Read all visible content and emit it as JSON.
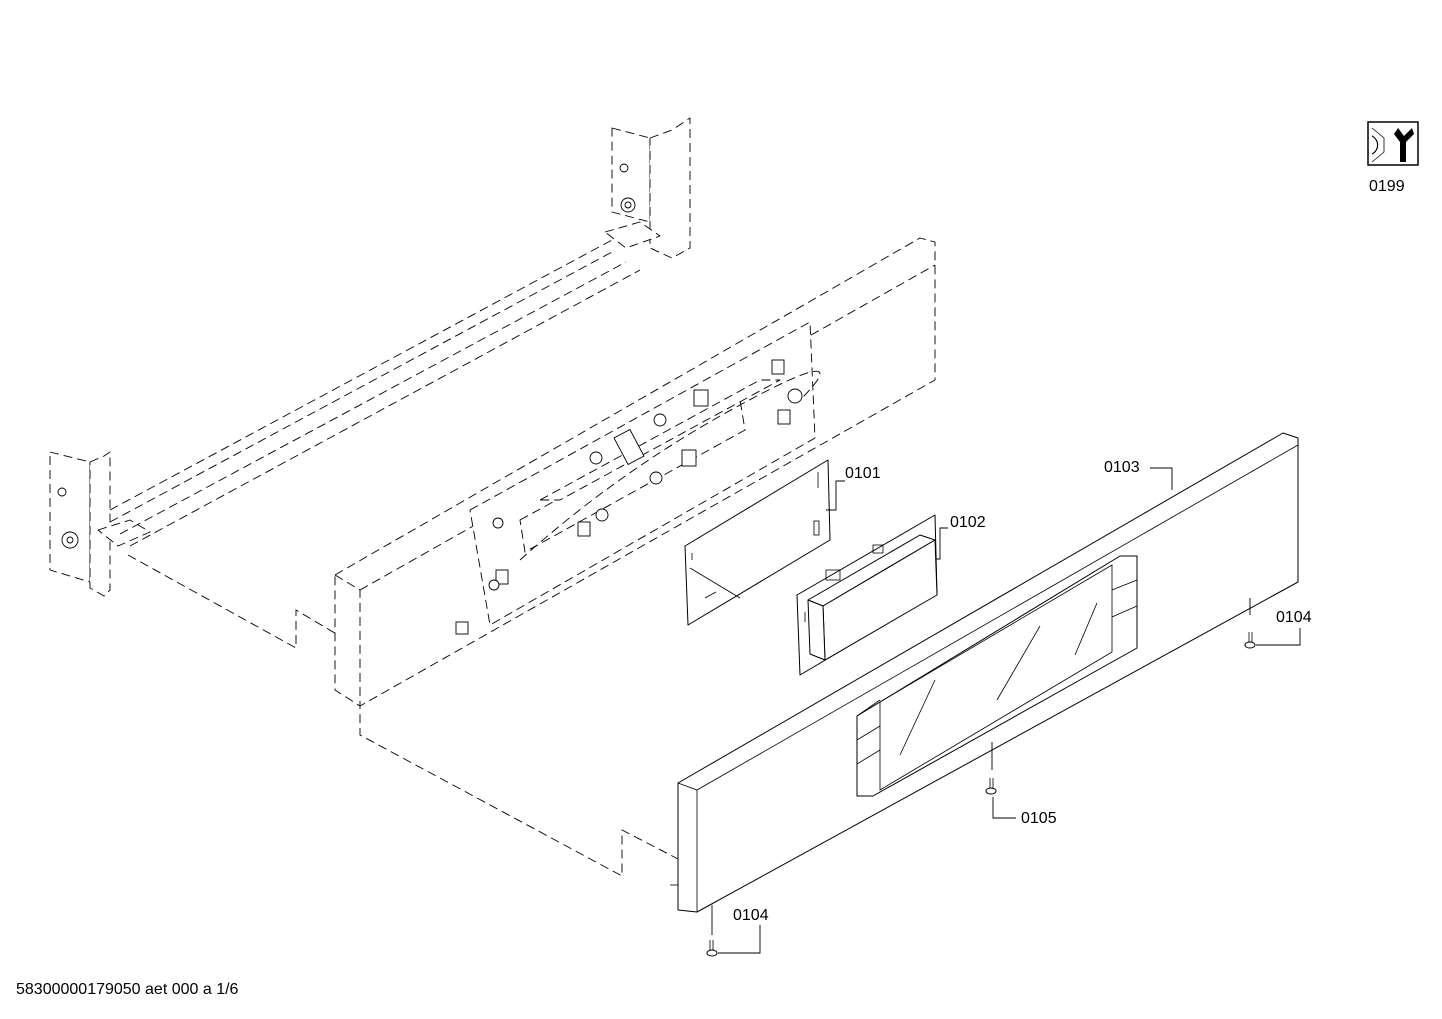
{
  "callouts": {
    "p0101": "0101",
    "p0102": "0102",
    "p0103": "0103",
    "p0104_right": "0104",
    "p0104_bottom": "0104",
    "p0105": "0105",
    "p0199": "0199"
  },
  "footer": {
    "doc_id": "58300000179050 aet 000 a 1/6"
  },
  "icons": {
    "service_tool": "wrench-icon"
  },
  "colors": {
    "line": "#000000",
    "background": "#ffffff"
  }
}
